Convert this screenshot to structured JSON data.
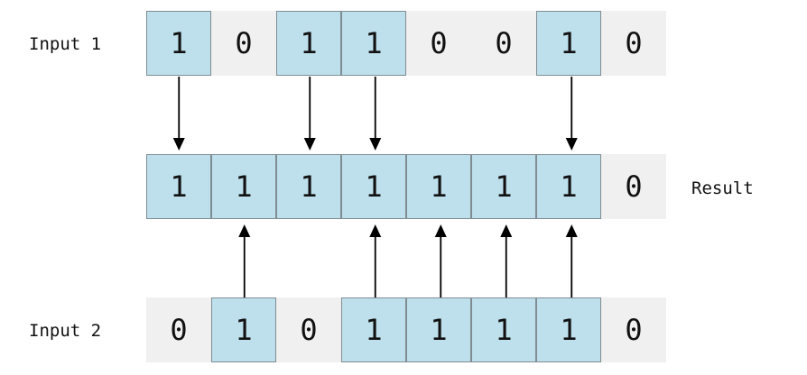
{
  "labels": {
    "input1": "Input 1",
    "input2": "Input 2",
    "result": "Result"
  },
  "input1": [
    "1",
    "0",
    "1",
    "1",
    "0",
    "0",
    "1",
    "0"
  ],
  "result": [
    "1",
    "1",
    "1",
    "1",
    "1",
    "1",
    "1",
    "0"
  ],
  "input2": [
    "0",
    "1",
    "0",
    "1",
    "1",
    "1",
    "1",
    "0"
  ],
  "colors": {
    "set_bit": "#bde0ec",
    "clear_bit": "#f0f0f0",
    "set_border": "#7f8c92",
    "arrow": "#000000"
  }
}
